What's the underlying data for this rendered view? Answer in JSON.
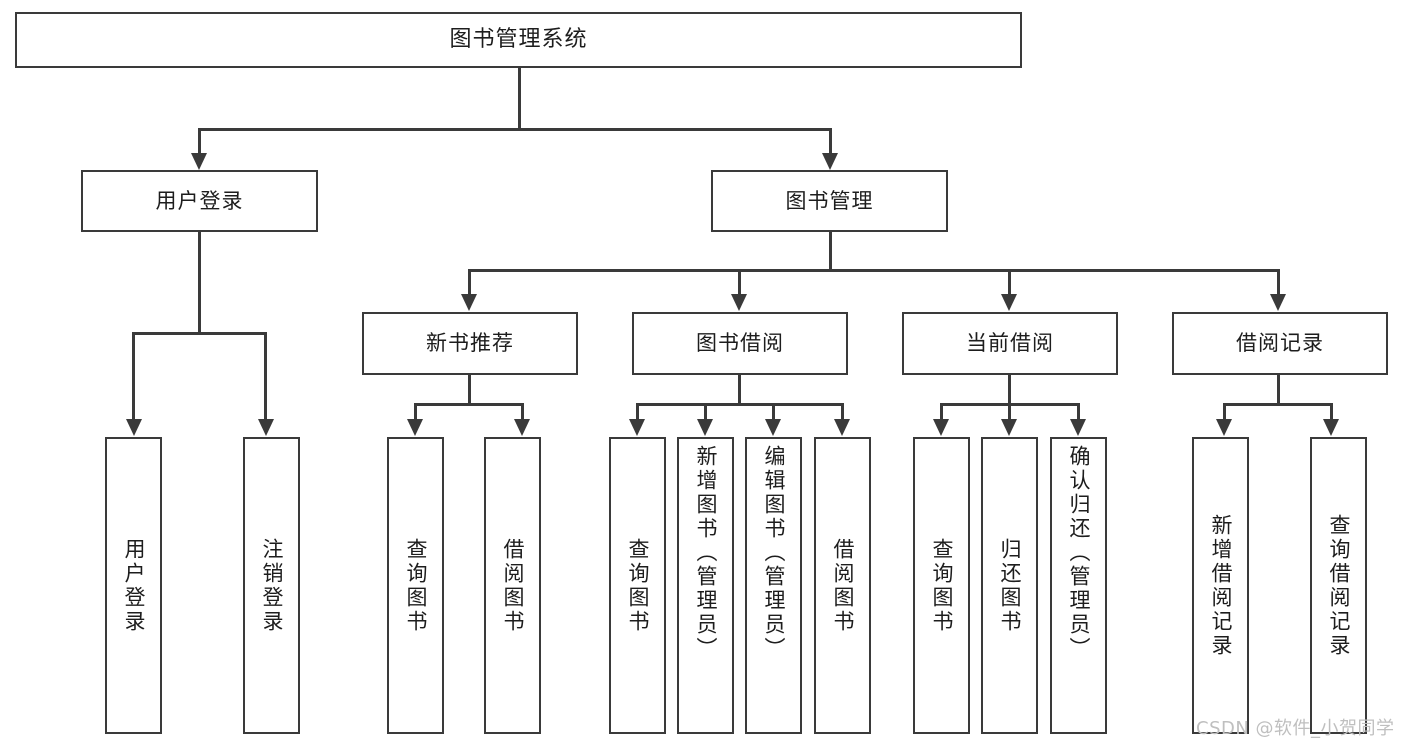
{
  "diagram": {
    "type": "tree",
    "title": "图书管理系统",
    "root": {
      "label": "图书管理系统"
    },
    "level2": [
      {
        "label": "用户登录"
      },
      {
        "label": "图书管理"
      }
    ],
    "level3": [
      {
        "label": "新书推荐"
      },
      {
        "label": "图书借阅"
      },
      {
        "label": "当前借阅"
      },
      {
        "label": "借阅记录"
      }
    ],
    "leaves": {
      "user_login": [
        {
          "label": "用户登录"
        },
        {
          "label": "注销登录"
        }
      ],
      "new_book_recommend": [
        {
          "label": "查询图书"
        },
        {
          "label": "借阅图书"
        }
      ],
      "book_borrow": [
        {
          "label": "查询图书"
        },
        {
          "label": "新增图书（管理员）"
        },
        {
          "label": "编辑图书（管理员）"
        },
        {
          "label": "借阅图书"
        }
      ],
      "current_borrow": [
        {
          "label": "查询图书"
        },
        {
          "label": "归还图书"
        },
        {
          "label": "确认归还（管理员）"
        }
      ],
      "borrow_record": [
        {
          "label": "新增借阅记录"
        },
        {
          "label": "查询借阅记录"
        }
      ]
    }
  },
  "watermark": {
    "text": "CSDN @软件_小贺同学"
  },
  "colors": {
    "stroke": "#3a3a3a",
    "fill": "#ffffff",
    "text": "#1d1d1d",
    "watermark": "#bfbfbf"
  }
}
